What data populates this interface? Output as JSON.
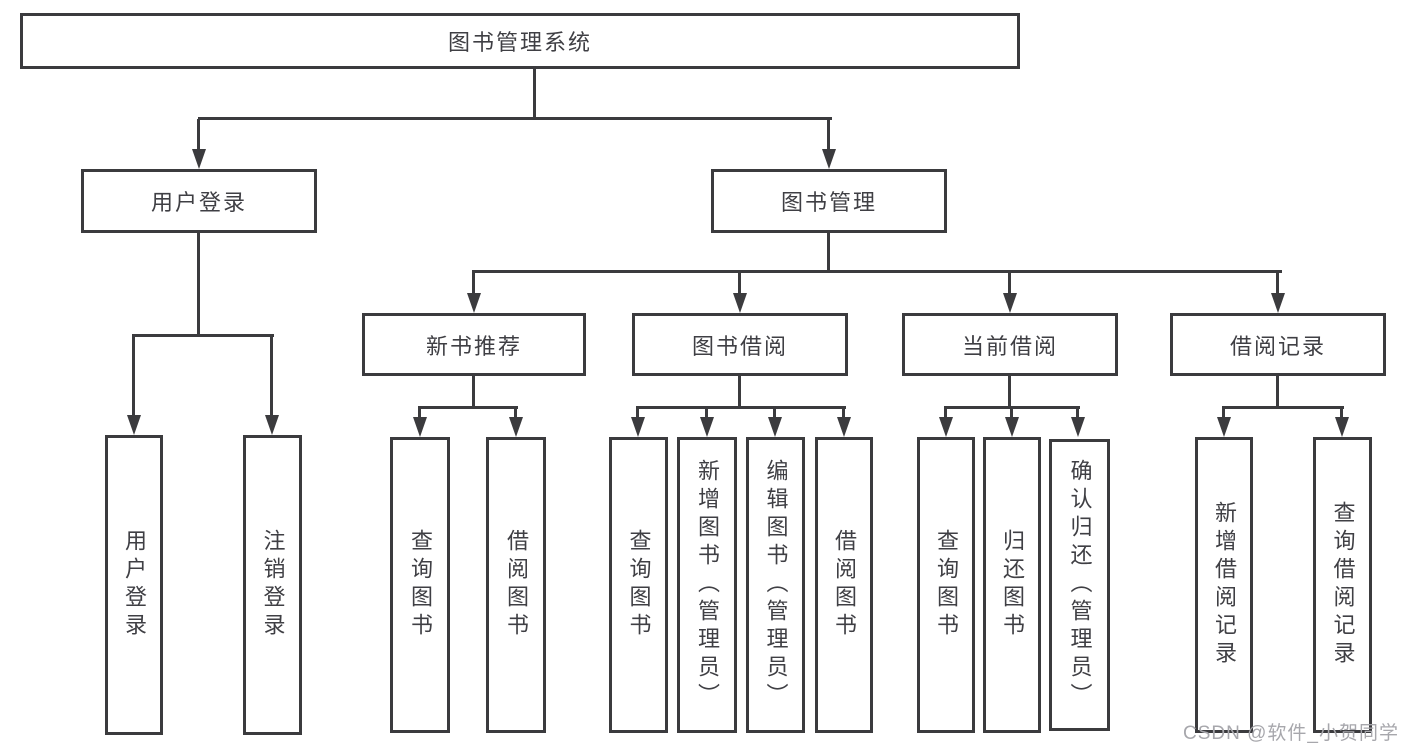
{
  "tree": {
    "root": "图书管理系统",
    "level2": {
      "user_login": "用户登录",
      "book_management": "图书管理"
    },
    "level3": {
      "new_book_recommend": "新书推荐",
      "book_borrow": "图书借阅",
      "current_borrow": "当前借阅",
      "borrow_records": "借阅记录"
    },
    "leaves": {
      "user_login": [
        "用户登录",
        "注销登录"
      ],
      "new_book_recommend": [
        "查询图书",
        "借阅图书"
      ],
      "book_borrow": [
        "查询图书",
        "新增图书（管理员）",
        "编辑图书（管理员）",
        "借阅图书"
      ],
      "current_borrow": [
        "查询图书",
        "归还图书",
        "确认归还（管理员）"
      ],
      "borrow_records": [
        "新增借阅记录",
        "查询借阅记录"
      ]
    }
  },
  "watermark": "CSDN @软件_小贺同学",
  "colors": {
    "line": "#3b3b3e",
    "text": "#3f3f44",
    "watermark_text": "#a7a7ac",
    "background": "#ffffff"
  }
}
